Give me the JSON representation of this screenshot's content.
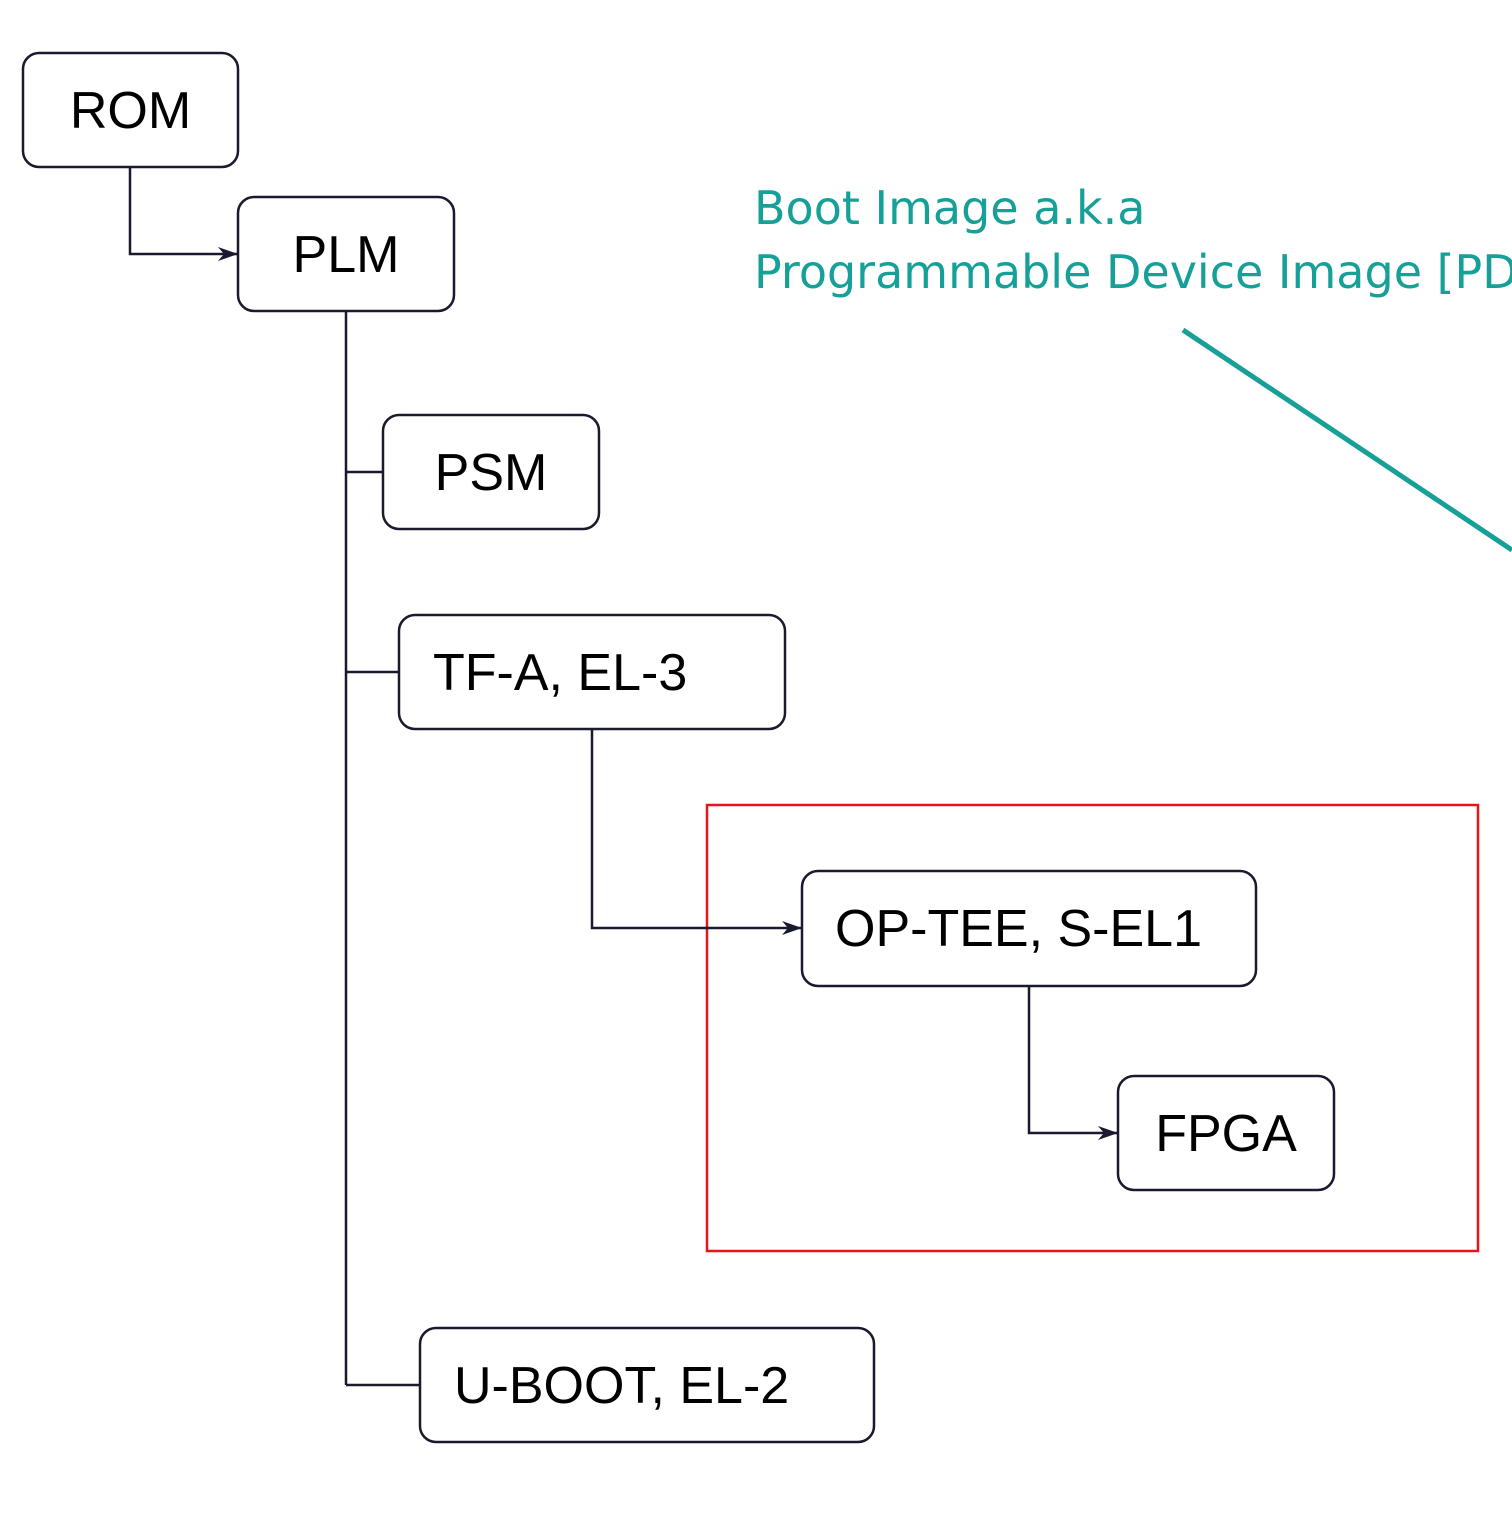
{
  "nodes": {
    "rom": "ROM",
    "plm": "PLM",
    "psm": "PSM",
    "tfa": "TF-A, EL-3",
    "optee": "OP-TEE, S-EL1",
    "fpga": "FPGA",
    "uboot": "U-BOOT, EL-2"
  },
  "annotation": {
    "line1": "Boot Image a.k.a",
    "line2": "Programmable Device Image [PDI]"
  },
  "colors": {
    "node_stroke": "#1a1a2e",
    "highlight_box": "#e8141a",
    "annotation": "#16a098"
  }
}
